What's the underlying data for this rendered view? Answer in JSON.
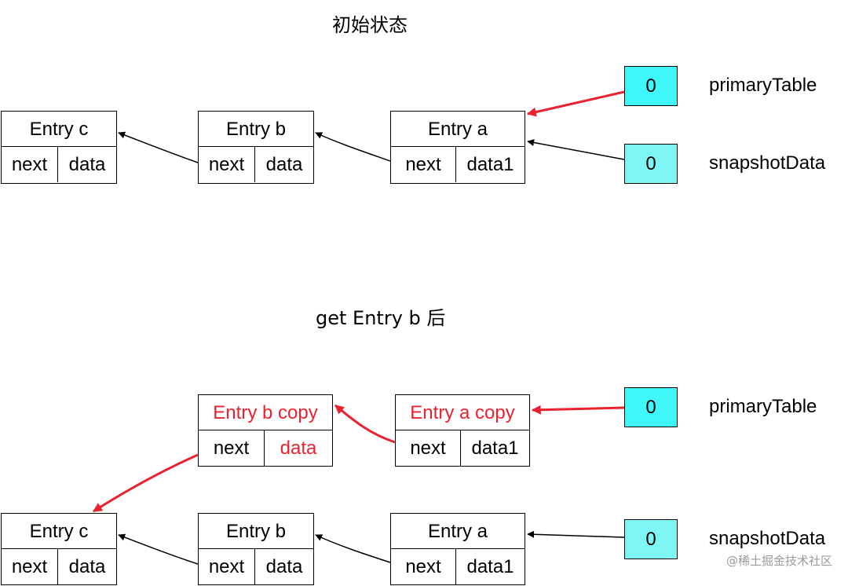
{
  "titles": {
    "initial": "初始状态",
    "after": "get Entry b 后"
  },
  "cells": {
    "next": "next",
    "data": "data",
    "data1": "data1"
  },
  "entries": {
    "c": "Entry c",
    "b": "Entry b",
    "a": "Entry a",
    "b_copy": "Entry b copy",
    "a_copy": "Entry a copy"
  },
  "tables": {
    "primary": {
      "label": "primaryTable",
      "value": "0"
    },
    "snapshot": {
      "label": "snapshotData",
      "value": "0"
    }
  },
  "colors": {
    "highlight": "#e8232f",
    "table_box": "#3ff7f9"
  },
  "watermark": "@稀土掘金技术社区"
}
